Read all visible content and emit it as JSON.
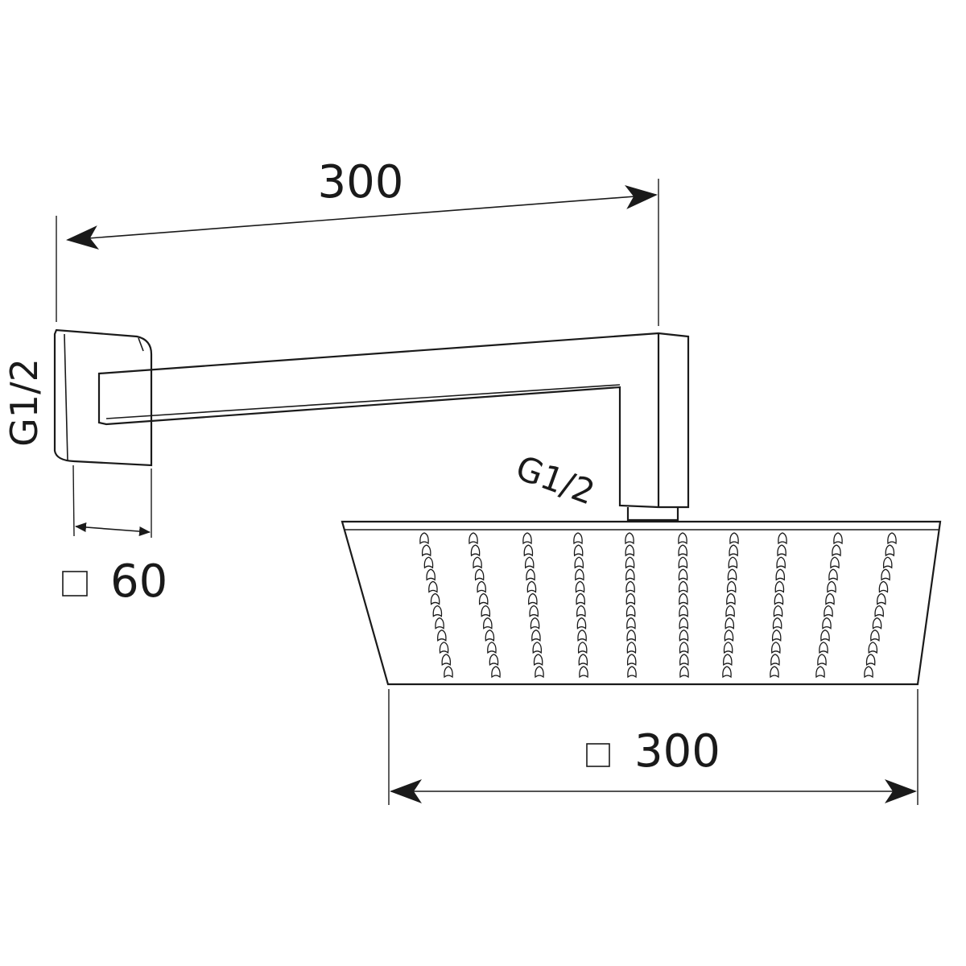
{
  "dimensions": {
    "arm_length": "300",
    "base_size": "60",
    "head_size": "300",
    "wall_thread": "G1/2",
    "head_thread": "G1/2"
  },
  "symbols": {
    "square_icon": "square-outline-icon"
  },
  "colors": {
    "ink": "#1a1a1a",
    "background": "#ffffff"
  },
  "head": {
    "nozzle_rows": 10,
    "nozzles_per_row": 12
  }
}
